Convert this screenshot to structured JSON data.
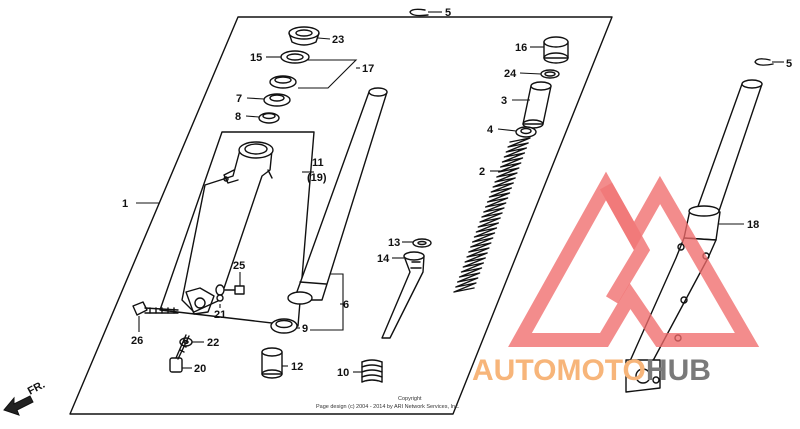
{
  "callouts": {
    "c1": "1",
    "c2": "2",
    "c3": "3",
    "c4": "4",
    "c5a": "5",
    "c5b": "5",
    "c6": "6",
    "c7": "7",
    "c8": "8",
    "c9": "9",
    "c10": "10",
    "c11": "11",
    "c19": "(19)",
    "c12": "12",
    "c13": "13",
    "c14": "14",
    "c15": "15",
    "c16": "16",
    "c17": "17",
    "c18": "18",
    "c20": "20",
    "c21": "21",
    "c22": "22",
    "c23": "23",
    "c24": "24",
    "c25": "25",
    "c26": "26"
  },
  "direction_label": "FR.",
  "copyright": {
    "line1": "Copyright",
    "line2": "Page design (c) 2004 - 2014 by ARI Network Services, Inc."
  },
  "watermark": {
    "part1": "AUTOMOTO",
    "part2": "HUB",
    "color1": "#f7b57a",
    "color2": "#7a7a7a",
    "logo_color": "#f06a6a"
  }
}
